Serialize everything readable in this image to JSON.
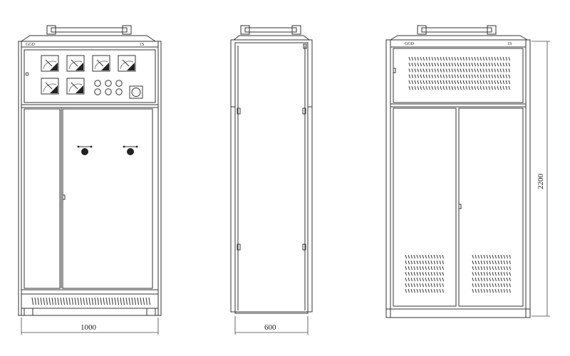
{
  "views": {
    "front": {
      "top_left_code": "GGD",
      "top_right_code": "1S",
      "width_dimension": "1000",
      "meter_count": 6,
      "indicator_light_count": 6
    },
    "side": {
      "depth_dimension": "600"
    },
    "back": {
      "top_left_code": "GGD",
      "top_right_code": "1S",
      "height_dimension": "2200"
    }
  },
  "colors": {
    "line": "#333333",
    "background": "#ffffff"
  }
}
